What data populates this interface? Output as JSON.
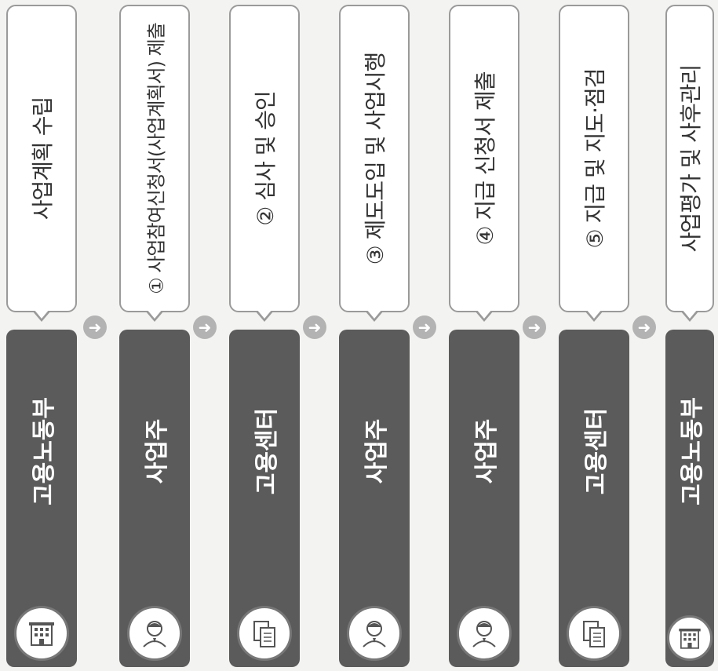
{
  "steps": [
    {
      "step": "사업계획 수립",
      "role": "고용노동부",
      "icon": "building-icon"
    },
    {
      "step": "① 사업참여신청서(사업계획서) 제출",
      "role": "사업주",
      "icon": "person-icon"
    },
    {
      "step": "② 심사 및 승인",
      "role": "고용센터",
      "icon": "documents-icon"
    },
    {
      "step": "③ 제도도입 및 사업시행",
      "role": "사업주",
      "icon": "person-icon"
    },
    {
      "step": "④ 지급 신청서 제출",
      "role": "사업주",
      "icon": "person-icon"
    },
    {
      "step": "⑤ 지급 및 지도·점검",
      "role": "고용센터",
      "icon": "documents-icon"
    },
    {
      "step": "사업평가 및 사후관리",
      "role": "고용노동부",
      "icon": "building-icon"
    }
  ],
  "arrow_glyph": "➜",
  "colors": {
    "dark_bar": "#5b5b5b",
    "arrow": "#b3b3b3",
    "box_border": "#9a9a9a"
  }
}
